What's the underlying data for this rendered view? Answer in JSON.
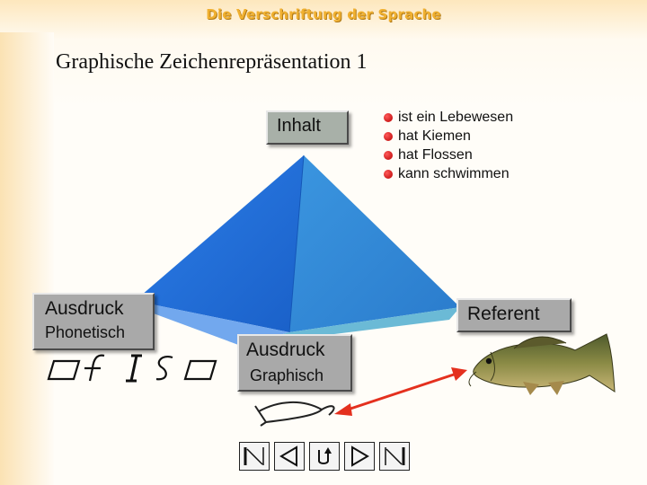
{
  "header": {
    "title": "Die Verschriftung der Sprache"
  },
  "slide": {
    "title": "Graphische Zeichenrepräsentation 1"
  },
  "diagram": {
    "inhalt_label": "Inhalt",
    "ausdruck_phonetisch": {
      "title": "Ausdruck",
      "subtitle": "Phonetisch"
    },
    "ausdruck_graphisch": {
      "title": "Ausdruck",
      "subtitle": "Graphisch"
    },
    "referent_label": "Referent",
    "phonetic_glyphs": "/fIS/",
    "properties": [
      "ist ein Lebewesen",
      "hat Kiemen",
      "hat Flossen",
      "kann schwimmen"
    ]
  },
  "colors": {
    "pyramid_left": "#1e6fd8",
    "pyramid_right": "#2a86d8",
    "base_left": "#6fa5ee",
    "base_right": "#6bbad6",
    "arrow": "#e4301e",
    "bullet": "#cc0000",
    "header_text": "#f0b030"
  },
  "icons": [
    "fish-picture",
    "fish-sketch",
    "double-arrow",
    "first-slide-icon",
    "previous-slide-icon",
    "return-icon",
    "next-slide-icon",
    "last-slide-icon"
  ]
}
